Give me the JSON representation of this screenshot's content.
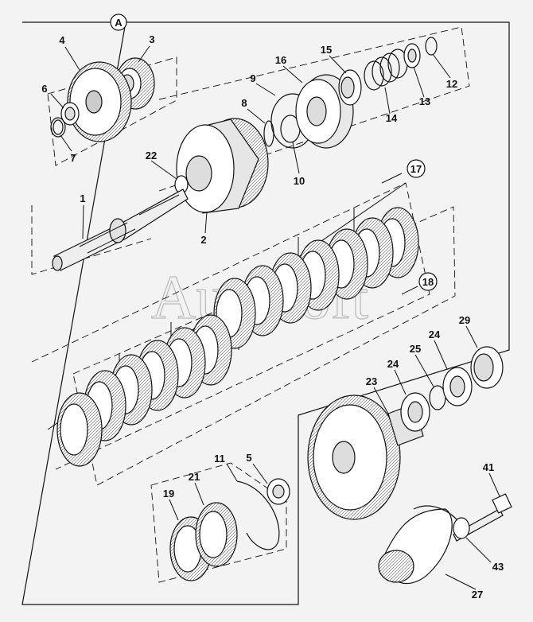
{
  "diagram": {
    "section_marker": "A",
    "group_markers": [
      "17",
      "18"
    ],
    "watermark": "Autosoft",
    "part_labels": [
      "1",
      "2",
      "3",
      "4",
      "5",
      "6",
      "7",
      "8",
      "9",
      "10",
      "11",
      "12",
      "13",
      "14",
      "15",
      "16",
      "19",
      "21",
      "22",
      "23",
      "24",
      "24",
      "25",
      "27",
      "29",
      "41",
      "43"
    ]
  },
  "colors": {
    "line": "#111111",
    "background": "#f3f3f3",
    "part_fill": "#ffffff",
    "shade": "#d8d8d8"
  }
}
